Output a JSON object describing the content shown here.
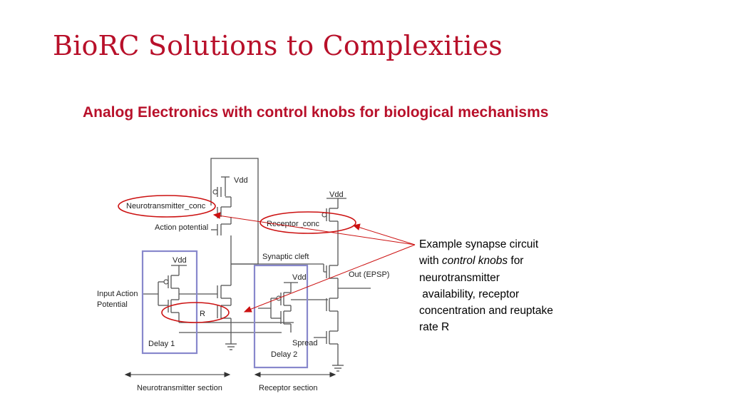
{
  "slide": {
    "title": "BioRC Solutions to Complexities",
    "subtitle": "Analog Electronics with control knobs for biological mechanisms"
  },
  "circuit": {
    "labels": {
      "vdd_top": "Vdd",
      "vdd_right": "Vdd",
      "vdd_delay1": "Vdd",
      "vdd_delay2": "Vdd",
      "neurotransmitter_conc": "Neurotransmitter_conc",
      "receptor_conc": "Receptor_conc",
      "action_potential": "Action potential",
      "synaptic_cleft": "Synaptic cleft",
      "out_epsp": "Out (EPSP)",
      "input_action_line1": "Input Action",
      "input_action_line2": "Potential",
      "r": "R",
      "spread": "Spread",
      "delay1": "Delay 1",
      "delay2": "Delay 2",
      "neurotransmitter_section": "Neurotransmitter section",
      "receptor_section": "Receptor section"
    }
  },
  "note": {
    "line1": "Example synapse circuit",
    "line2_pre": "with ",
    "line2_em": "control knobs",
    "line2_post": " for",
    "line3": "neurotransmitter",
    "line4": " availability, receptor",
    "line5": "concentration and reuptake",
    "line6": "rate R"
  },
  "colors": {
    "accent": "#b8102a",
    "highlight": "#cc1111",
    "delay_box": "#8888cc",
    "wire": "#555555"
  }
}
